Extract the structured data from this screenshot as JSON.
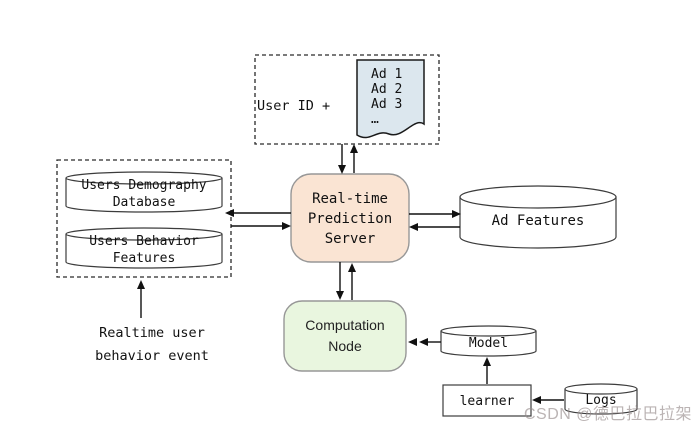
{
  "colors": {
    "server_fill": "#fae4d3",
    "computation_fill": "#e9f6df",
    "document_fill": "#dce7ee"
  },
  "nodes": {
    "request": {
      "user_id": "User ID +",
      "ads": [
        "Ad 1",
        "Ad 2",
        "Ad 3",
        "…"
      ]
    },
    "users_demography_db": {
      "label": "Users Demography\nDatabase"
    },
    "users_behavior_features": {
      "label": "Users Behavior\nFeatures"
    },
    "prediction_server": {
      "label": "Real-time\nPrediction\nServer"
    },
    "ad_features": {
      "label": "Ad Features"
    },
    "computation_node": {
      "label": "Computation\nNode"
    },
    "model": {
      "label": "Model"
    },
    "learner": {
      "label": "learner"
    },
    "logs": {
      "label": "Logs"
    }
  },
  "annotations": {
    "realtime_event": "Realtime user\nbehavior event",
    "watermark": "CSDN @德巴拉巴拉架"
  }
}
